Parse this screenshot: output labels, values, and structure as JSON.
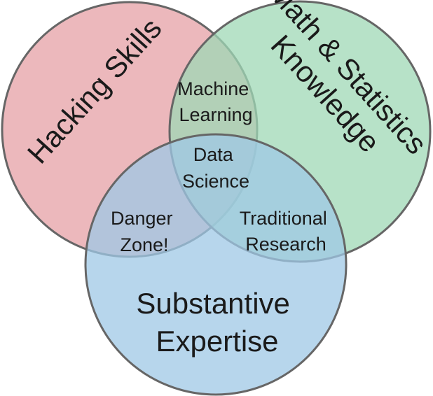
{
  "diagram": {
    "sets": {
      "hacking": {
        "lines": [
          "Hacking Skills"
        ],
        "color": "#e6a0a6"
      },
      "math": {
        "lines": [
          "Math & Statistics",
          "Knowledge"
        ],
        "color": "#9fd8b5"
      },
      "substantive": {
        "lines": [
          "Substantive",
          "Expertise"
        ],
        "color": "#9fc8e6"
      }
    },
    "regions": {
      "machine_learning": [
        "Machine",
        "Learning"
      ],
      "data_science": [
        "Data",
        "Science"
      ],
      "danger_zone": [
        "Danger",
        "Zone!"
      ],
      "traditional_research": [
        "Traditional",
        "Research"
      ]
    }
  }
}
